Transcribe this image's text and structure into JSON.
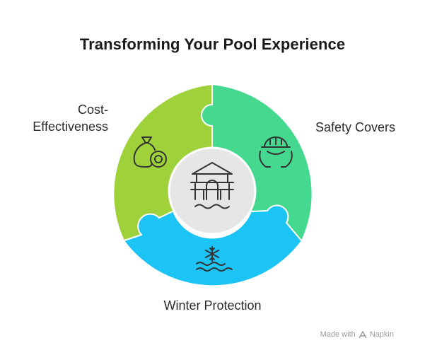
{
  "title": "Transforming Your Pool Experience",
  "segments": [
    {
      "label_lines": [
        "Cost-",
        "Effectiveness"
      ],
      "color": "#9ed13a",
      "icon": "money-bag-coin-icon"
    },
    {
      "label": "Safety Covers",
      "color": "#45d98f",
      "icon": "hard-hat-hands-icon"
    },
    {
      "label": "Winter Protection",
      "color": "#1cc3f5",
      "icon": "snowflake-waves-icon"
    }
  ],
  "center": {
    "icon": "pool-house-icon",
    "color": "#e6e6e6"
  },
  "footer": {
    "made_with": "Made with",
    "brand": "Napkin"
  }
}
